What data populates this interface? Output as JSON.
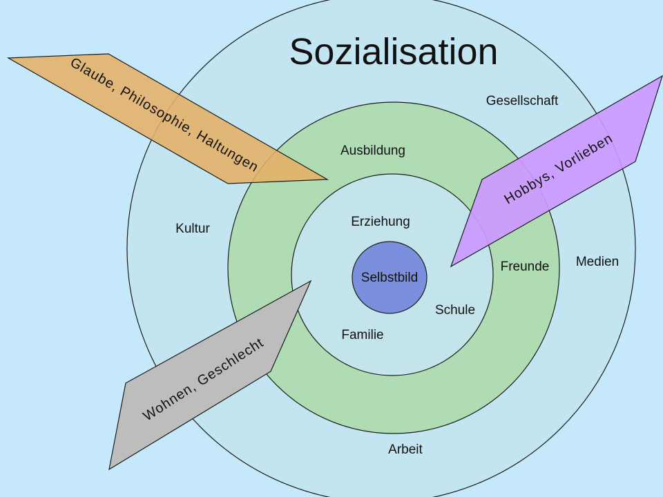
{
  "title": "Sozialisation",
  "colors": {
    "background": "#c6e8fb",
    "outer_ring": "#c3e4f1",
    "middle_ring": "#b0dcb3",
    "inner_ring": "#c3e4ea",
    "core": "#7b8fdc",
    "arrow_belief": "#e5b066",
    "arrow_hobby": "#cc99ff",
    "arrow_housing": "#bdbdbd",
    "outline": "#1a1a1a"
  },
  "core": {
    "label": "Selbstbild"
  },
  "inner_ring": {
    "labels": [
      "Erziehung",
      "Schule",
      "Familie"
    ]
  },
  "middle_ring": {
    "labels": [
      "Ausbildung",
      "Freunde"
    ]
  },
  "outer_ring": {
    "labels": [
      "Gesellschaft",
      "Kultur",
      "Medien",
      "Arbeit"
    ]
  },
  "arrows": [
    {
      "id": "belief",
      "label": "Glaube, Philosophie, Haltungen"
    },
    {
      "id": "hobby",
      "label": "Hobbys, Vorlieben"
    },
    {
      "id": "housing",
      "label": "Wohnen, Geschlecht"
    }
  ]
}
